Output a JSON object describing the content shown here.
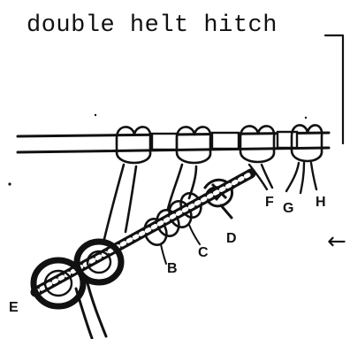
{
  "caption": "double helt hitch",
  "labels": {
    "b": "B",
    "c": "C",
    "d": "D",
    "e": "E",
    "f": "F",
    "g": "G",
    "h": "H"
  },
  "arrow": "←",
  "colors": {
    "ink": "#111111",
    "paper": "#ffffff"
  }
}
